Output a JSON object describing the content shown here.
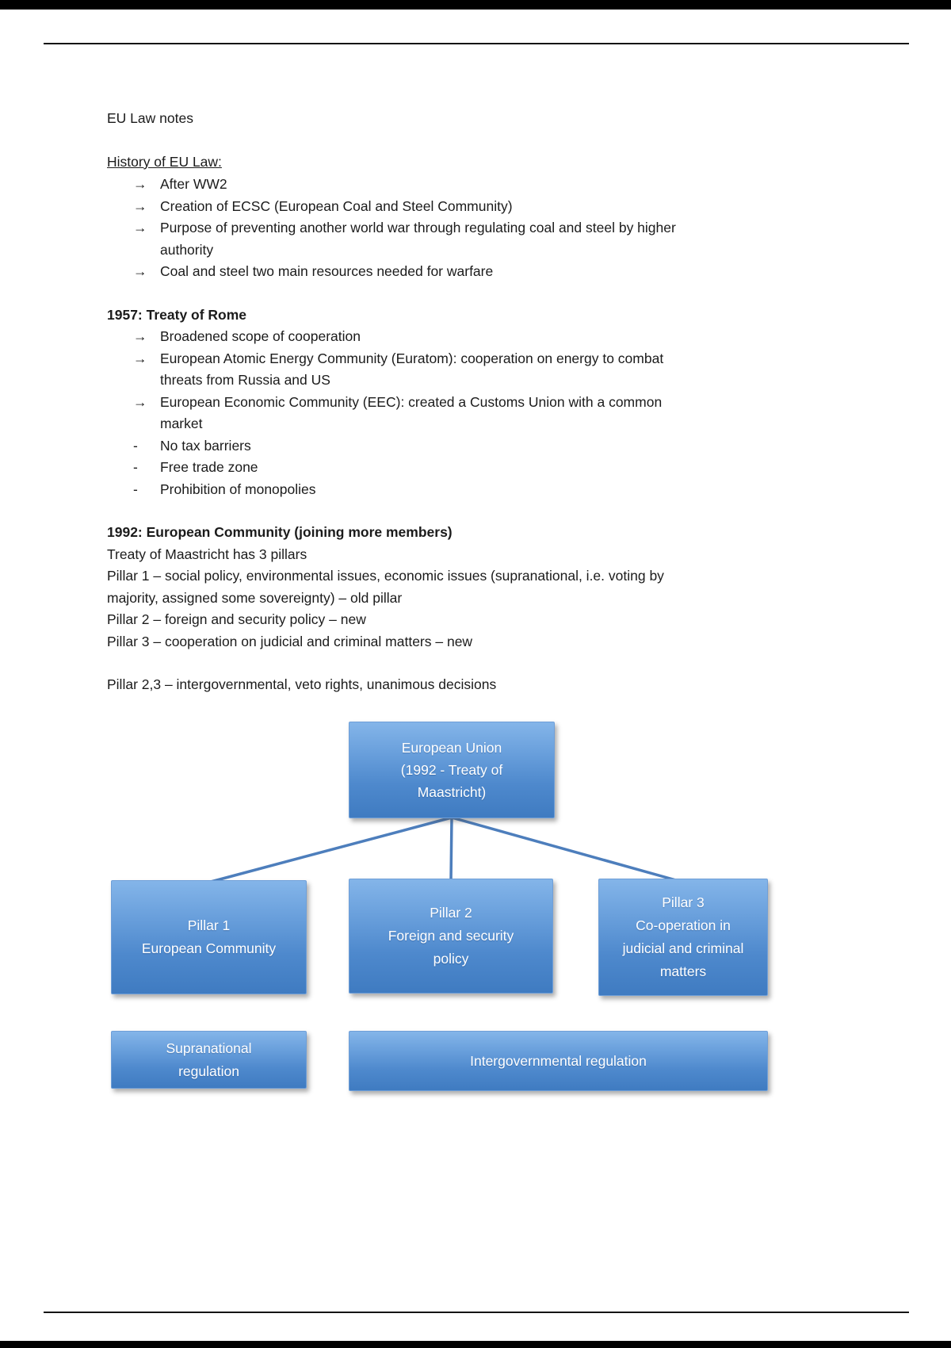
{
  "doc": {
    "title": "EU Law notes",
    "bullets": {
      "arrow": "→",
      "dash": "-"
    },
    "history": {
      "heading": "History of EU Law:",
      "items": [
        [
          "After WW2"
        ],
        [
          "Creation of ECSC (European Coal and Steel Community)"
        ],
        [
          "Purpose of preventing another world war through regulating coal and steel by higher",
          "authority"
        ],
        [
          "Coal and steel two main resources needed for warfare"
        ]
      ]
    },
    "rome": {
      "heading": "1957: Treaty of Rome",
      "arrow_items": [
        [
          "Broadened scope of cooperation"
        ],
        [
          "European Atomic Energy Community (Euratom): cooperation on energy to combat",
          "threats from Russia and US"
        ],
        [
          "European Economic Community (EEC): created a Customs Union with a common",
          "market"
        ]
      ],
      "dash_items": [
        [
          "No tax barriers"
        ],
        [
          "Free trade zone"
        ],
        [
          "Prohibition of monopolies"
        ]
      ]
    },
    "ec1992": {
      "heading": "1992: European Community (joining more members)",
      "lines": [
        [
          "Treaty of Maastricht has 3 pillars"
        ],
        [
          "Pillar 1 – social policy, environmental issues, economic issues (supranational, i.e. voting by",
          "majority, assigned some sovereignty) – old pillar"
        ],
        [
          "Pillar 2 – foreign and security policy – new"
        ],
        [
          "Pillar 3 – cooperation on judicial and criminal matters – new"
        ]
      ],
      "note": "Pillar 2,3 – intergovernmental, veto rights, unanimous decisions"
    },
    "diagram": {
      "eu": [
        "European Union",
        "(1992 - Treaty of",
        "Maastricht)"
      ],
      "pillar1": [
        "Pillar 1",
        "European Community"
      ],
      "pillar2": [
        "Pillar 2",
        "Foreign and security",
        "policy"
      ],
      "pillar3": [
        "Pillar 3",
        "Co-operation in",
        "judicial and criminal",
        "matters"
      ],
      "supranational": [
        "Supranational",
        "regulation"
      ],
      "intergovernmental": "Intergovernmental regulation",
      "connector_color": "#4d7ebc"
    }
  }
}
